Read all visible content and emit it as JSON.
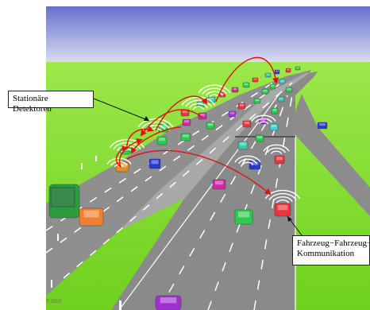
{
  "labels": {
    "stationary_detectors": "Stationäre Detektoren",
    "v2v_line1": "Fahrzeug−Fahrzeug−",
    "v2v_line2": "Kommunikation"
  },
  "watermark": "© DDG",
  "colors": {
    "sky_top": "#6670cc",
    "sky_bottom": "#d8dcf0",
    "grass": "#7ad82a",
    "road": "#8c8c8c",
    "signal_arrow": "#e01010"
  },
  "car_colors": [
    "#2e9c3e",
    "#2ecc4e",
    "#e8343c",
    "#cc2aa0",
    "#e09020",
    "#2a3ad0",
    "#33c8a8",
    "#f08030",
    "#a030d0",
    "#40d0d0"
  ]
}
